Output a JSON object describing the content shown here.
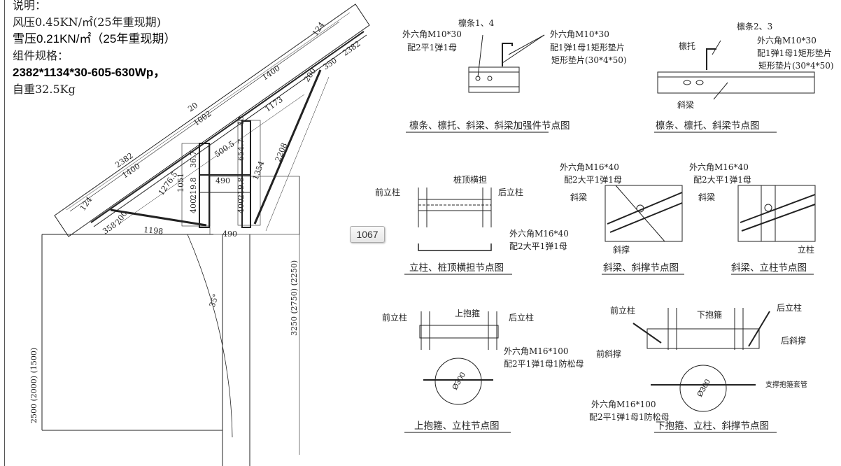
{
  "notes": {
    "title": "说明：",
    "wind": "风压0.45KN/㎡(25年重现期)",
    "snow": "雪压0.21KN/㎡（25年重现期）",
    "module_heading": "组件规格：",
    "module_spec": "2382*1134*30-605-630Wp，",
    "weight": "自重32.5Kg"
  },
  "main_dims": {
    "d2382a": "2382",
    "d1400a": "1400",
    "d2382b": "2382",
    "d1400b": "1400",
    "d20": "20",
    "d1002": "1002",
    "d1173": "1173",
    "d2208": "2208",
    "d124a": "124",
    "d124b": "124",
    "d350": "350",
    "d200a": "200",
    "d200b": "200",
    "d358": "358",
    "d1198": "1198",
    "d1276": "1276.5",
    "d500": "500.5",
    "d654": "654.7",
    "d1354": "1354",
    "d1051": "1051",
    "d2198a": "219.8",
    "d2198b": "219.8",
    "d367": "36.7",
    "d400a": "400",
    "d400b": "400",
    "d490a": "490",
    "d490b": "490",
    "d40": "40",
    "angle": "35°",
    "h_left": "2500 (2000) (1500)",
    "h_right": "3250 (2750) (2250)"
  },
  "tooltip": "1067",
  "details": {
    "d1": {
      "title": "檩条、檩托、斜梁、斜梁加强件节点图",
      "l1": "檩条1、4",
      "l2a": "外六角M10*30",
      "l2b": "配2平1弹1母",
      "l3a": "外六角M10*30",
      "l3b": "配1弹1母1矩形垫片",
      "l3c": "矩形垫片(30*4*50)"
    },
    "d2": {
      "title": "檩条、檩托、斜梁节点图",
      "l1": "檩条2、3",
      "l2": "檩托",
      "l3a": "外六角M10*30",
      "l3b": "配1弹1母1矩形垫片",
      "l3c": "矩形垫片(30*4*50)",
      "l4": "斜梁"
    },
    "d3": {
      "title": "立柱、桩顶横担节点图",
      "front": "前立柱",
      "beam": "桩顶横担",
      "back": "后立柱",
      "b1": "外六角M16*40",
      "b2": "配2大平1弹1母"
    },
    "d4": {
      "title": "斜梁、斜撑节点图",
      "b1": "外六角M16*40",
      "b2": "配2大平1弹1母",
      "beam": "斜梁",
      "brace": "斜撑"
    },
    "d5": {
      "title": "斜梁、立柱节点图",
      "b1": "外六角M16*40",
      "b2": "配2大平1弹1母",
      "beam": "斜梁",
      "post": "立柱"
    },
    "d6": {
      "title": "上抱箍、立柱节点图",
      "front": "前立柱",
      "hoop": "上抱箍",
      "back": "后立柱",
      "b1": "外六角M16*100",
      "b2": "配2平1弹1母1防松母",
      "dia": "Ø300"
    },
    "d7": {
      "title": "下抱箍、立柱、斜撑节点图",
      "front": "前立柱",
      "hoop": "下抱箍",
      "back": "后立柱",
      "fbrace": "前斜撑",
      "bbrace": "后斜撑",
      "sleeve": "支撑抱箍套管",
      "b1": "外六角M16*100",
      "b2": "配2平1弹1母1防松母",
      "dia": "Ø300"
    }
  }
}
